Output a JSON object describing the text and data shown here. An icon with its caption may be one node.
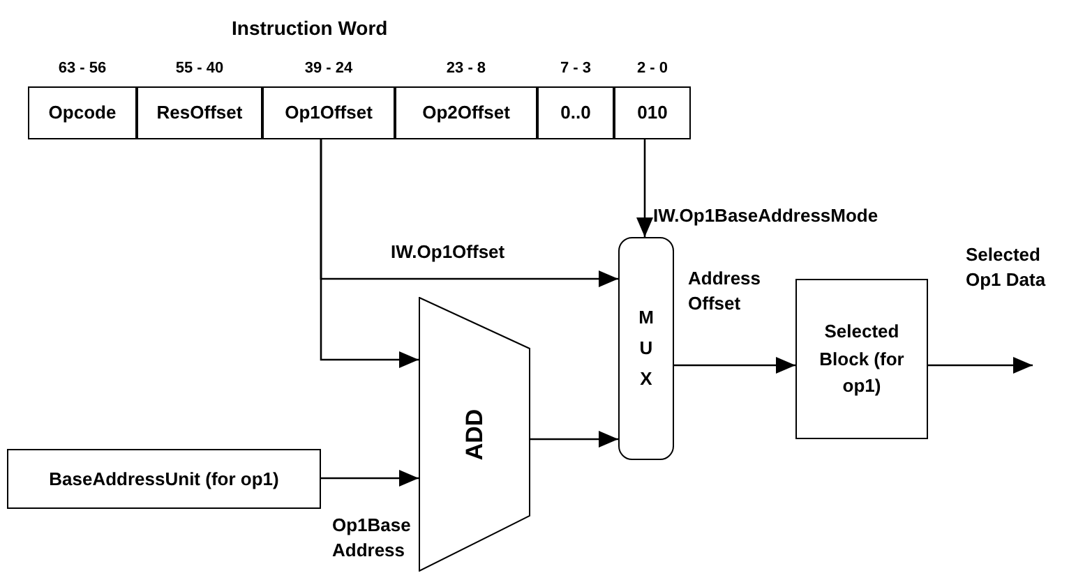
{
  "diagram": {
    "nodes": [
      {
        "text": [
          "Instruction Word"
        ]
      },
      {
        "text": [
          "Opcode"
        ],
        "in": 0,
        "beside": [
          "63 - 56"
        ]
      },
      {
        "text": [
          "ResOffset"
        ],
        "in": 0,
        "beside": [
          "55 - 40"
        ]
      },
      {
        "text": [
          "Op1Offset"
        ],
        "in": 0,
        "beside": [
          "39 - 24"
        ]
      },
      {
        "text": [
          "Op2Offset"
        ],
        "in": 0,
        "beside": [
          "23 - 8"
        ]
      },
      {
        "text": [
          "0..0"
        ],
        "in": 0,
        "beside": [
          "7 - 3"
        ]
      },
      {
        "text": [
          "010"
        ],
        "in": 0,
        "beside": [
          "2 - 0"
        ]
      },
      {
        "text": [
          "M U X"
        ]
      },
      {
        "text": [
          "ADD"
        ]
      },
      {
        "text": [
          "Selected Block (for op1)"
        ]
      },
      {
        "text": [
          "BaseAddressUnit (for op1)"
        ]
      }
    ],
    "edges": [
      {
        "from": 3,
        "to": 7,
        "arrow": "to",
        "label": "IW.Op1Offset"
      },
      {
        "from": 3,
        "to": 8,
        "arrow": "to"
      },
      {
        "from": 6,
        "to": 7,
        "arrow": "to",
        "label": "IW.Op1BaseAddressMode"
      },
      {
        "from": 10,
        "to": 8,
        "arrow": "to",
        "label": "Op1Base Address"
      },
      {
        "from": 8,
        "to": 7,
        "arrow": "to"
      },
      {
        "from": 7,
        "to": 9,
        "arrow": "to",
        "label": "Address Offset"
      },
      {
        "from": 9,
        "to": null,
        "arrow": "to",
        "label": "Selected Op1 Data"
      }
    ]
  }
}
